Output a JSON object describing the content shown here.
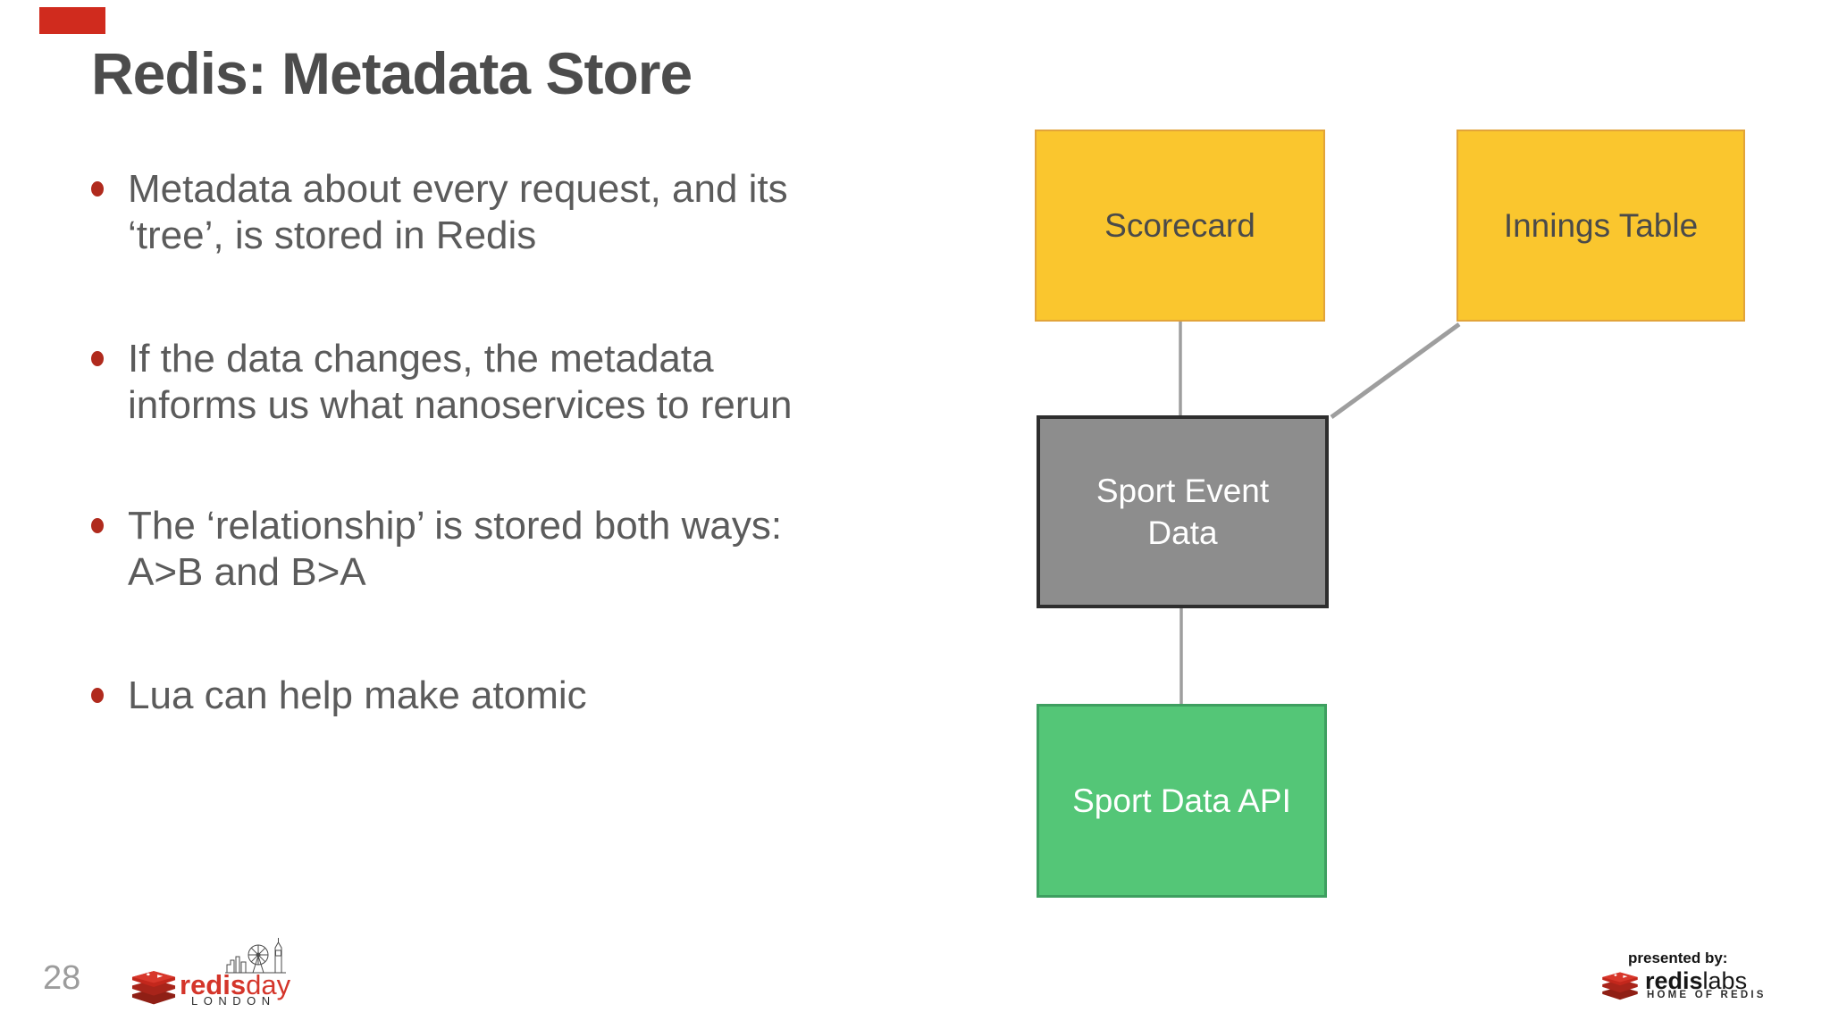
{
  "slide": {
    "title": "Redis: Metadata Store",
    "page_number": "28",
    "bullets": [
      {
        "lines": [
          "Metadata about every request, and its",
          "‘tree’, is stored in Redis"
        ]
      },
      {
        "lines": [
          "If the data changes, the metadata",
          "informs us what nanoservices to rerun"
        ]
      },
      {
        "lines": [
          "The ‘relationship’ is stored both ways:",
          "A>B and B>A"
        ]
      },
      {
        "lines": [
          "Lua can help make atomic"
        ]
      }
    ]
  },
  "diagram": {
    "scorecard": {
      "label": "Scorecard"
    },
    "innings": {
      "label": "Innings Table"
    },
    "sport_event": {
      "label": "Sport Event Data"
    },
    "sport_api": {
      "label": "Sport Data API"
    }
  },
  "footer": {
    "redisday": {
      "brand_bold": "redis",
      "brand_light": "day",
      "subtitle": "LONDON"
    },
    "presented_by": "presented by:",
    "redislabs": {
      "brand_bold": "redis",
      "brand_light": "labs",
      "tagline": "HOME OF REDIS"
    }
  },
  "colors": {
    "node_yellow": "#fac62e",
    "node_gray": "#8d8d8d",
    "node_green": "#54c677",
    "bullet_red": "#b02a1d",
    "brand_red": "#d4352a",
    "marker_red": "#d02b1e",
    "connector_gray": "#9e9e9e"
  }
}
